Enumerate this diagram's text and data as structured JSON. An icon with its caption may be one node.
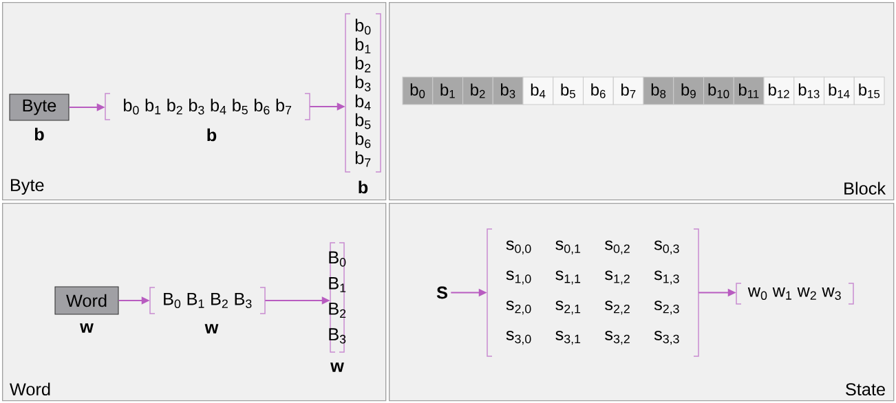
{
  "diagram": {
    "nodes": [
      {
        "text": [
          "Byte"
        ]
      },
      {
        "text": [
          "Byte"
        ],
        "in": 0,
        "beside": [
          "b"
        ]
      },
      {
        "text": [
          "b$_{0}$ b$_{1}$ b$_{2}$ b$_{3}$ b$_{4}$ b$_{5}$ b$_{6}$ b$_{7}$"
        ],
        "in": 0,
        "beside": [
          "b"
        ]
      },
      {
        "text": [
          "b$_{0}$",
          "b$_{1}$",
          "b$_{2}$",
          "b$_{3}$",
          "b$_{4}$",
          "b$_{5}$",
          "b$_{6}$",
          "b$_{7}$"
        ],
        "in": 0,
        "beside": [
          "b"
        ]
      },
      {
        "text": [
          "Block"
        ]
      },
      {
        "text": [
          "b$_{0}$"
        ],
        "in": 4
      },
      {
        "text": [
          "b$_{1}$"
        ],
        "in": 4
      },
      {
        "text": [
          "b$_{2}$"
        ],
        "in": 4
      },
      {
        "text": [
          "b$_{3}$"
        ],
        "in": 4
      },
      {
        "text": [
          "b$_{4}$"
        ],
        "in": 4
      },
      {
        "text": [
          "b$_{5}$"
        ],
        "in": 4
      },
      {
        "text": [
          "b$_{6}$"
        ],
        "in": 4
      },
      {
        "text": [
          "b$_{7}$"
        ],
        "in": 4
      },
      {
        "text": [
          "b$_{8}$"
        ],
        "in": 4
      },
      {
        "text": [
          "b$_{9}$"
        ],
        "in": 4
      },
      {
        "text": [
          "b$_{10}$"
        ],
        "in": 4
      },
      {
        "text": [
          "b$_{11}$"
        ],
        "in": 4
      },
      {
        "text": [
          "b$_{12}$"
        ],
        "in": 4
      },
      {
        "text": [
          "b$_{13}$"
        ],
        "in": 4
      },
      {
        "text": [
          "b$_{14}$"
        ],
        "in": 4
      },
      {
        "text": [
          "b$_{15}$"
        ],
        "in": 4
      },
      {
        "text": [
          "Word"
        ]
      },
      {
        "text": [
          "Word"
        ],
        "in": 21,
        "beside": [
          "w"
        ]
      },
      {
        "text": [
          "B$_{0}$ B$_{1}$ B$_{2}$ B$_{3}$"
        ],
        "in": 21,
        "beside": [
          "w"
        ]
      },
      {
        "text": [
          "B$_{0}$",
          "B$_{1}$",
          "B$_{2}$",
          "B$_{3}$"
        ],
        "in": 21,
        "beside": [
          "w"
        ]
      },
      {
        "text": [
          "State"
        ]
      },
      {
        "text": [
          "S"
        ],
        "in": 25
      },
      {
        "text": [
          "s$_{0,0}$",
          "s$_{0,1}$",
          "s$_{0,2}$",
          "s$_{0,3}$",
          "s$_{1,0}$",
          "s$_{1,1}$",
          "s$_{1,2}$",
          "s$_{1,3}$",
          "s$_{2,0}$",
          "s$_{2,1}$",
          "s$_{2,2}$",
          "s$_{2,3}$",
          "s$_{3,0}$",
          "s$_{3,1}$",
          "s$_{3,2}$",
          "s$_{3,3}$"
        ],
        "in": 25
      },
      {
        "text": [
          "w$_{0}$ w$_{1}$ w$_{2}$ w$_{3}$"
        ],
        "in": 25
      }
    ],
    "edges": [
      {
        "from": 1,
        "to": 2,
        "arrow": "to"
      },
      {
        "from": 2,
        "to": 3,
        "arrow": "to"
      },
      {
        "from": 22,
        "to": 23,
        "arrow": "to"
      },
      {
        "from": 23,
        "to": 24,
        "arrow": "to"
      },
      {
        "from": 26,
        "to": 27,
        "arrow": "to"
      },
      {
        "from": 27,
        "to": 28,
        "arrow": "to"
      }
    ]
  }
}
